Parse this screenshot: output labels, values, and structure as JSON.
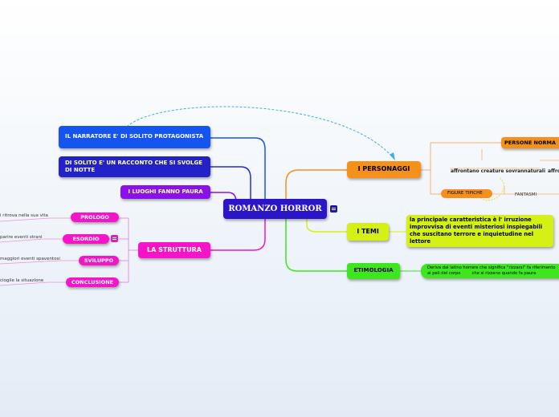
{
  "central": {
    "label": "ROMANZO HORROR"
  },
  "left_topics": [
    {
      "label": "IL NARRATORE E' DI SOLITO PROTAGONISTA"
    },
    {
      "label": "DI SOLITO E' UN RACCONTO CHE SI SVOLGE DI NOTTE"
    },
    {
      "label": "I LUOGHI FANNO PAURA"
    }
  ],
  "struttura": {
    "label": "LA STRUTTURA",
    "items": [
      {
        "label": "PROLOGO",
        "note": "i ritrova nella sua vita"
      },
      {
        "label": "ESORDIO",
        "note": "parire eventi strani"
      },
      {
        "label": "SVILUPPO",
        "note": "maggiori eventi spaventosi"
      },
      {
        "label": "CONCLUSIONE",
        "note": "cioglie la situazione"
      }
    ]
  },
  "personaggi": {
    "label": "I PERSONAGGI",
    "persone_normali": "PERSONE NORMA",
    "affrontano": "affrontano creature sovrannaturali",
    "affro": "affro",
    "figure_tipiche_a": "FIGURE",
    "figure_tipiche_b": "TIPICHE",
    "fantasmi": "FANTASMI"
  },
  "temi": {
    "label": "I TEMI",
    "text_a": "la principale carat",
    "text_b": "teristica è l' irruzione",
    "text_c": "improvvisa di eventi misteriosi inspiegabili",
    "text_d": "che suscitano terr",
    "text_e": "ore e inquietudine nel",
    "text_f": "lettore"
  },
  "etimologia": {
    "label": "ETIMOLOGIA",
    "text_a": "Deriva dal latino horrere che significa \"rizzarsi\" fa riferimento",
    "text_b": "ai peli del corpo",
    "text_c": "che si rizzano quando fa paura"
  },
  "colors": {
    "central": "#2a16c8",
    "narratore": "#1455f0",
    "notte": "#2222c8",
    "luoghi": "#8a12e8",
    "struttura": "#f515c8",
    "personaggi": "#f5911a",
    "temi": "#d4f015",
    "etimologia": "#3ee61e"
  }
}
